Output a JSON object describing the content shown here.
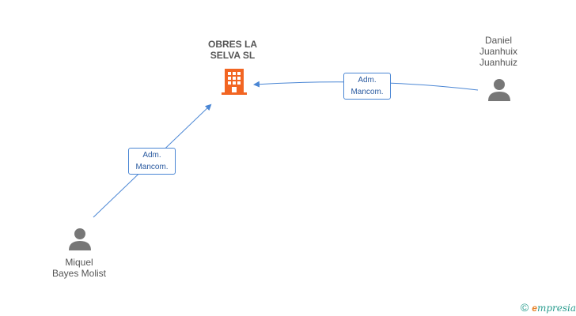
{
  "company": {
    "name": "OBRES LA\nSELVA SL",
    "icon": "building-icon",
    "color": "#f26522"
  },
  "people": [
    {
      "name": "Daniel\nJuanhuix\nJuanhuiz",
      "icon": "person-icon"
    },
    {
      "name": "Miquel\nBayes Molist",
      "icon": "person-icon"
    }
  ],
  "relations": [
    {
      "from": "Daniel Juanhuix Juanhuiz",
      "to": "OBRES LA SELVA SL",
      "label": "Adm.\nMancom."
    },
    {
      "from": "Miquel Bayes Molist",
      "to": "OBRES LA SELVA SL",
      "label": "Adm.\nMancom."
    }
  ],
  "footer": {
    "copyright_symbol": "©",
    "brand_initial": "e",
    "brand_rest": "mpresia"
  },
  "colors": {
    "edge": "#4a86d4",
    "person": "#777777",
    "text": "#555555"
  }
}
